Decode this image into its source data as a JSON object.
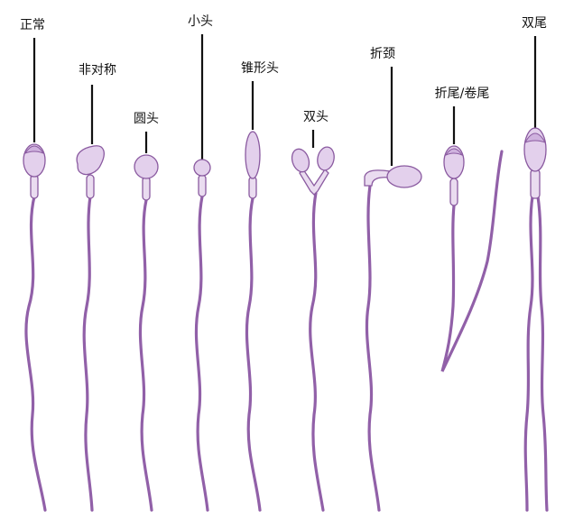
{
  "labels": {
    "normal": "正常",
    "asymmetric": "非对称",
    "round_head": "圆头",
    "small_head": "小头",
    "tapered": "锥形头",
    "double_head": "双头",
    "bent_neck": "折颈",
    "bent_coiled_tail": "折尾/卷尾",
    "double_tail": "双尾"
  },
  "colors": {
    "tail": "#9160a8",
    "head": "#e3d0ec",
    "outline": "#8a5aa0",
    "label": "#111111"
  }
}
